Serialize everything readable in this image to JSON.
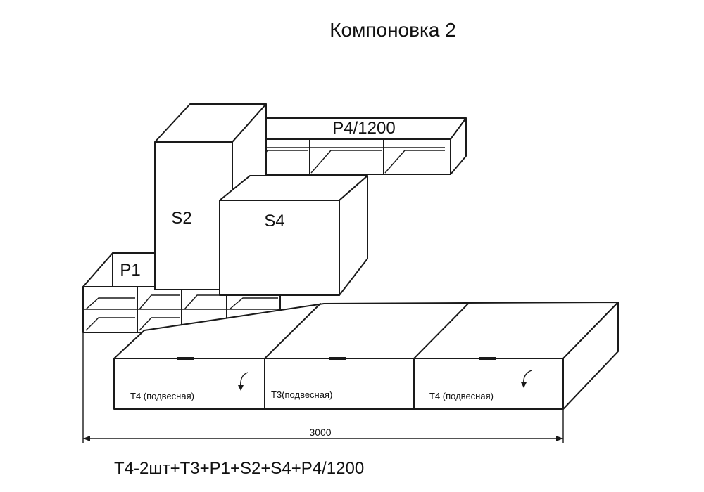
{
  "title": "Компоновка 2",
  "modules": {
    "p4": "P4/1200",
    "s2": "S2",
    "s4": "S4",
    "p1": "P1",
    "t4_left": "T4 (подвесная)",
    "t3": "T3(подвесная)",
    "t4_right": "T4 (подвесная)"
  },
  "dimension": "3000",
  "formula": "T4-2шт+T3+P1+S2+S4+P4/1200",
  "colors": {
    "line": "#1a1a1a",
    "background": "#ffffff"
  }
}
